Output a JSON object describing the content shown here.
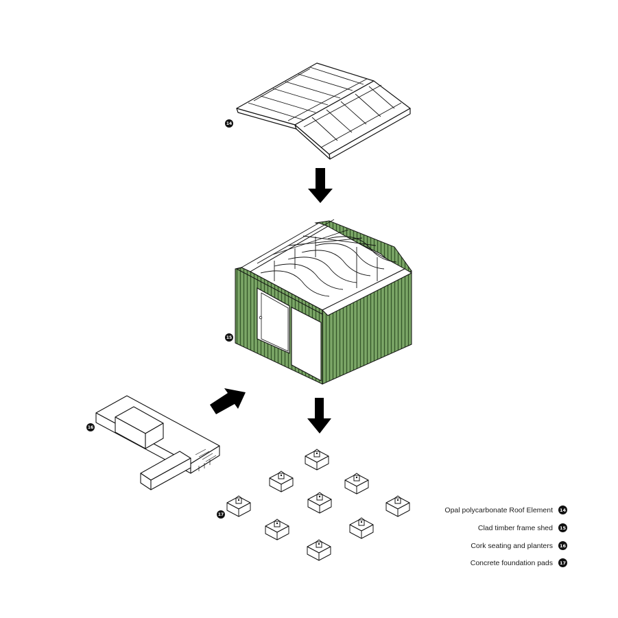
{
  "legend": [
    {
      "number": "14",
      "label": "Opal polycarbonate Roof Element"
    },
    {
      "number": "15",
      "label": "Clad timber frame shed"
    },
    {
      "number": "16",
      "label": "Cork seating and planters"
    },
    {
      "number": "17",
      "label": "Concrete foundation pads"
    }
  ],
  "components": [
    {
      "id": "roof",
      "tag": "14",
      "icon": "roof-panel-icon"
    },
    {
      "id": "shed",
      "tag": "15",
      "icon": "shed-icon"
    },
    {
      "id": "seating",
      "tag": "16",
      "icon": "seating-icon"
    },
    {
      "id": "pads",
      "tag": "17",
      "icon": "foundation-pad-icon"
    }
  ],
  "colors": {
    "cladding": "#6e9a5a",
    "cladding_dark": "#4f7a40",
    "line": "#111111",
    "arrow": "#000000",
    "background": "#ffffff"
  }
}
